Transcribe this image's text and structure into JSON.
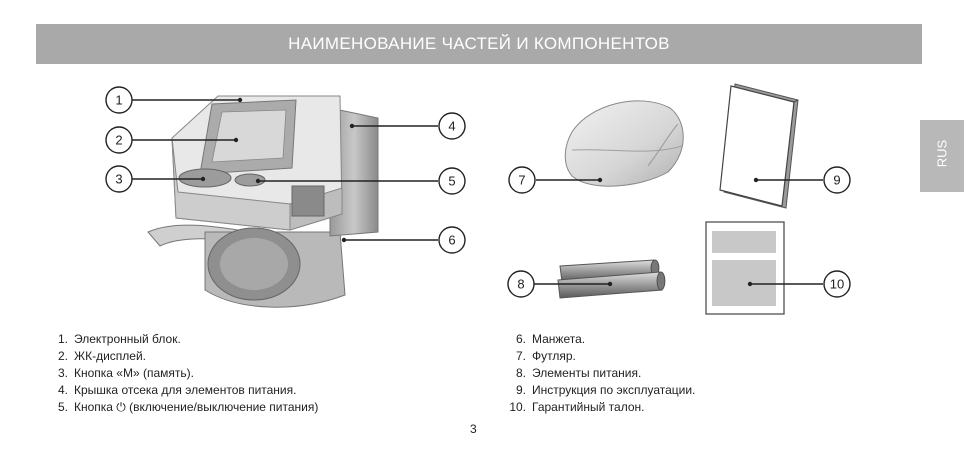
{
  "header": {
    "title": "НАИМЕНОВАНИЕ ЧАСТЕЙ И КОМПОНЕНТОВ"
  },
  "language_tab": {
    "label": "RUS"
  },
  "callouts": [
    "1",
    "2",
    "3",
    "4",
    "5",
    "6",
    "7",
    "8",
    "9",
    "10"
  ],
  "legend_left": [
    {
      "num": "1.",
      "text": "Электронный блок."
    },
    {
      "num": "2.",
      "text": "ЖК-дисплей."
    },
    {
      "num": "3.",
      "text": "Кнопка «М» (память)."
    },
    {
      "num": "4.",
      "text": "Крышка отсека для элементов питания."
    },
    {
      "num": "5.",
      "text": "Кнопка ⏻ (включение/выключение питания)"
    }
  ],
  "legend_right": [
    {
      "num": "6.",
      "text": "Манжета."
    },
    {
      "num": "7.",
      "text": "Футляр."
    },
    {
      "num": "8.",
      "text": "Элементы питания."
    },
    {
      "num": "9.",
      "text": "Инструкция по эксплуатации."
    },
    {
      "num": "10.",
      "text": "Гарантийный талон."
    }
  ],
  "page_number": "3",
  "colors": {
    "header_bg": "#a9a9a9",
    "tab_bg": "#b8b8b8"
  }
}
